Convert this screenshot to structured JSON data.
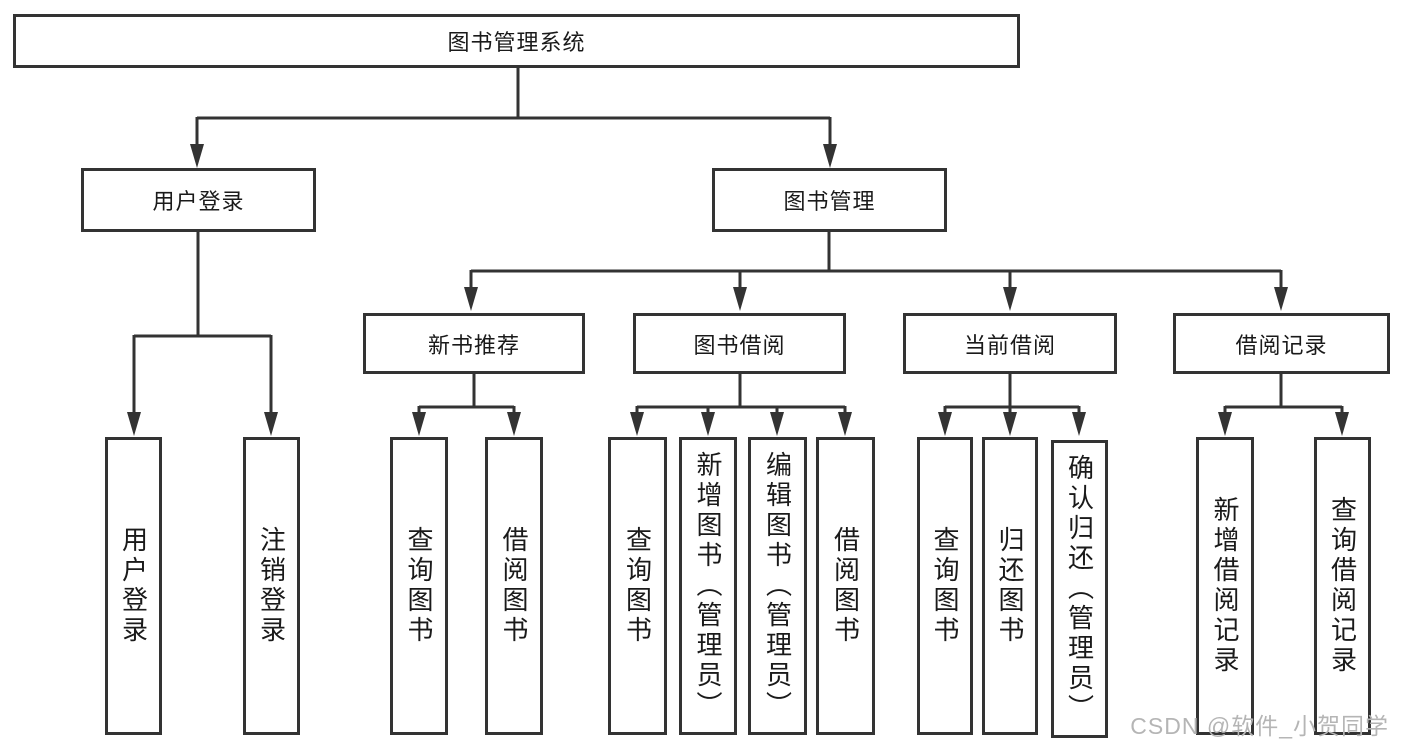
{
  "colors": {
    "line": "#333333",
    "text": "#1a1a1a",
    "watermark": "#b5b5b5",
    "background": "#ffffff"
  },
  "tree": {
    "root": {
      "label": "图书管理系统",
      "children": [
        {
          "label": "用户登录",
          "children": [
            {
              "label": "用户登录"
            },
            {
              "label": "注销登录"
            }
          ]
        },
        {
          "label": "图书管理",
          "children": [
            {
              "label": "新书推荐",
              "children": [
                {
                  "label": "查询图书"
                },
                {
                  "label": "借阅图书"
                }
              ]
            },
            {
              "label": "图书借阅",
              "children": [
                {
                  "label": "查询图书"
                },
                {
                  "label": "新增图书（管理员）"
                },
                {
                  "label": "编辑图书（管理员）"
                },
                {
                  "label": "借阅图书"
                }
              ]
            },
            {
              "label": "当前借阅",
              "children": [
                {
                  "label": "查询图书"
                },
                {
                  "label": "归还图书"
                },
                {
                  "label": "确认归还（管理员）"
                }
              ]
            },
            {
              "label": "借阅记录",
              "children": [
                {
                  "label": "新增借阅记录"
                },
                {
                  "label": "查询借阅记录"
                }
              ]
            }
          ]
        }
      ]
    }
  },
  "watermark": {
    "text": "CSDN @软件_小贺同学"
  }
}
